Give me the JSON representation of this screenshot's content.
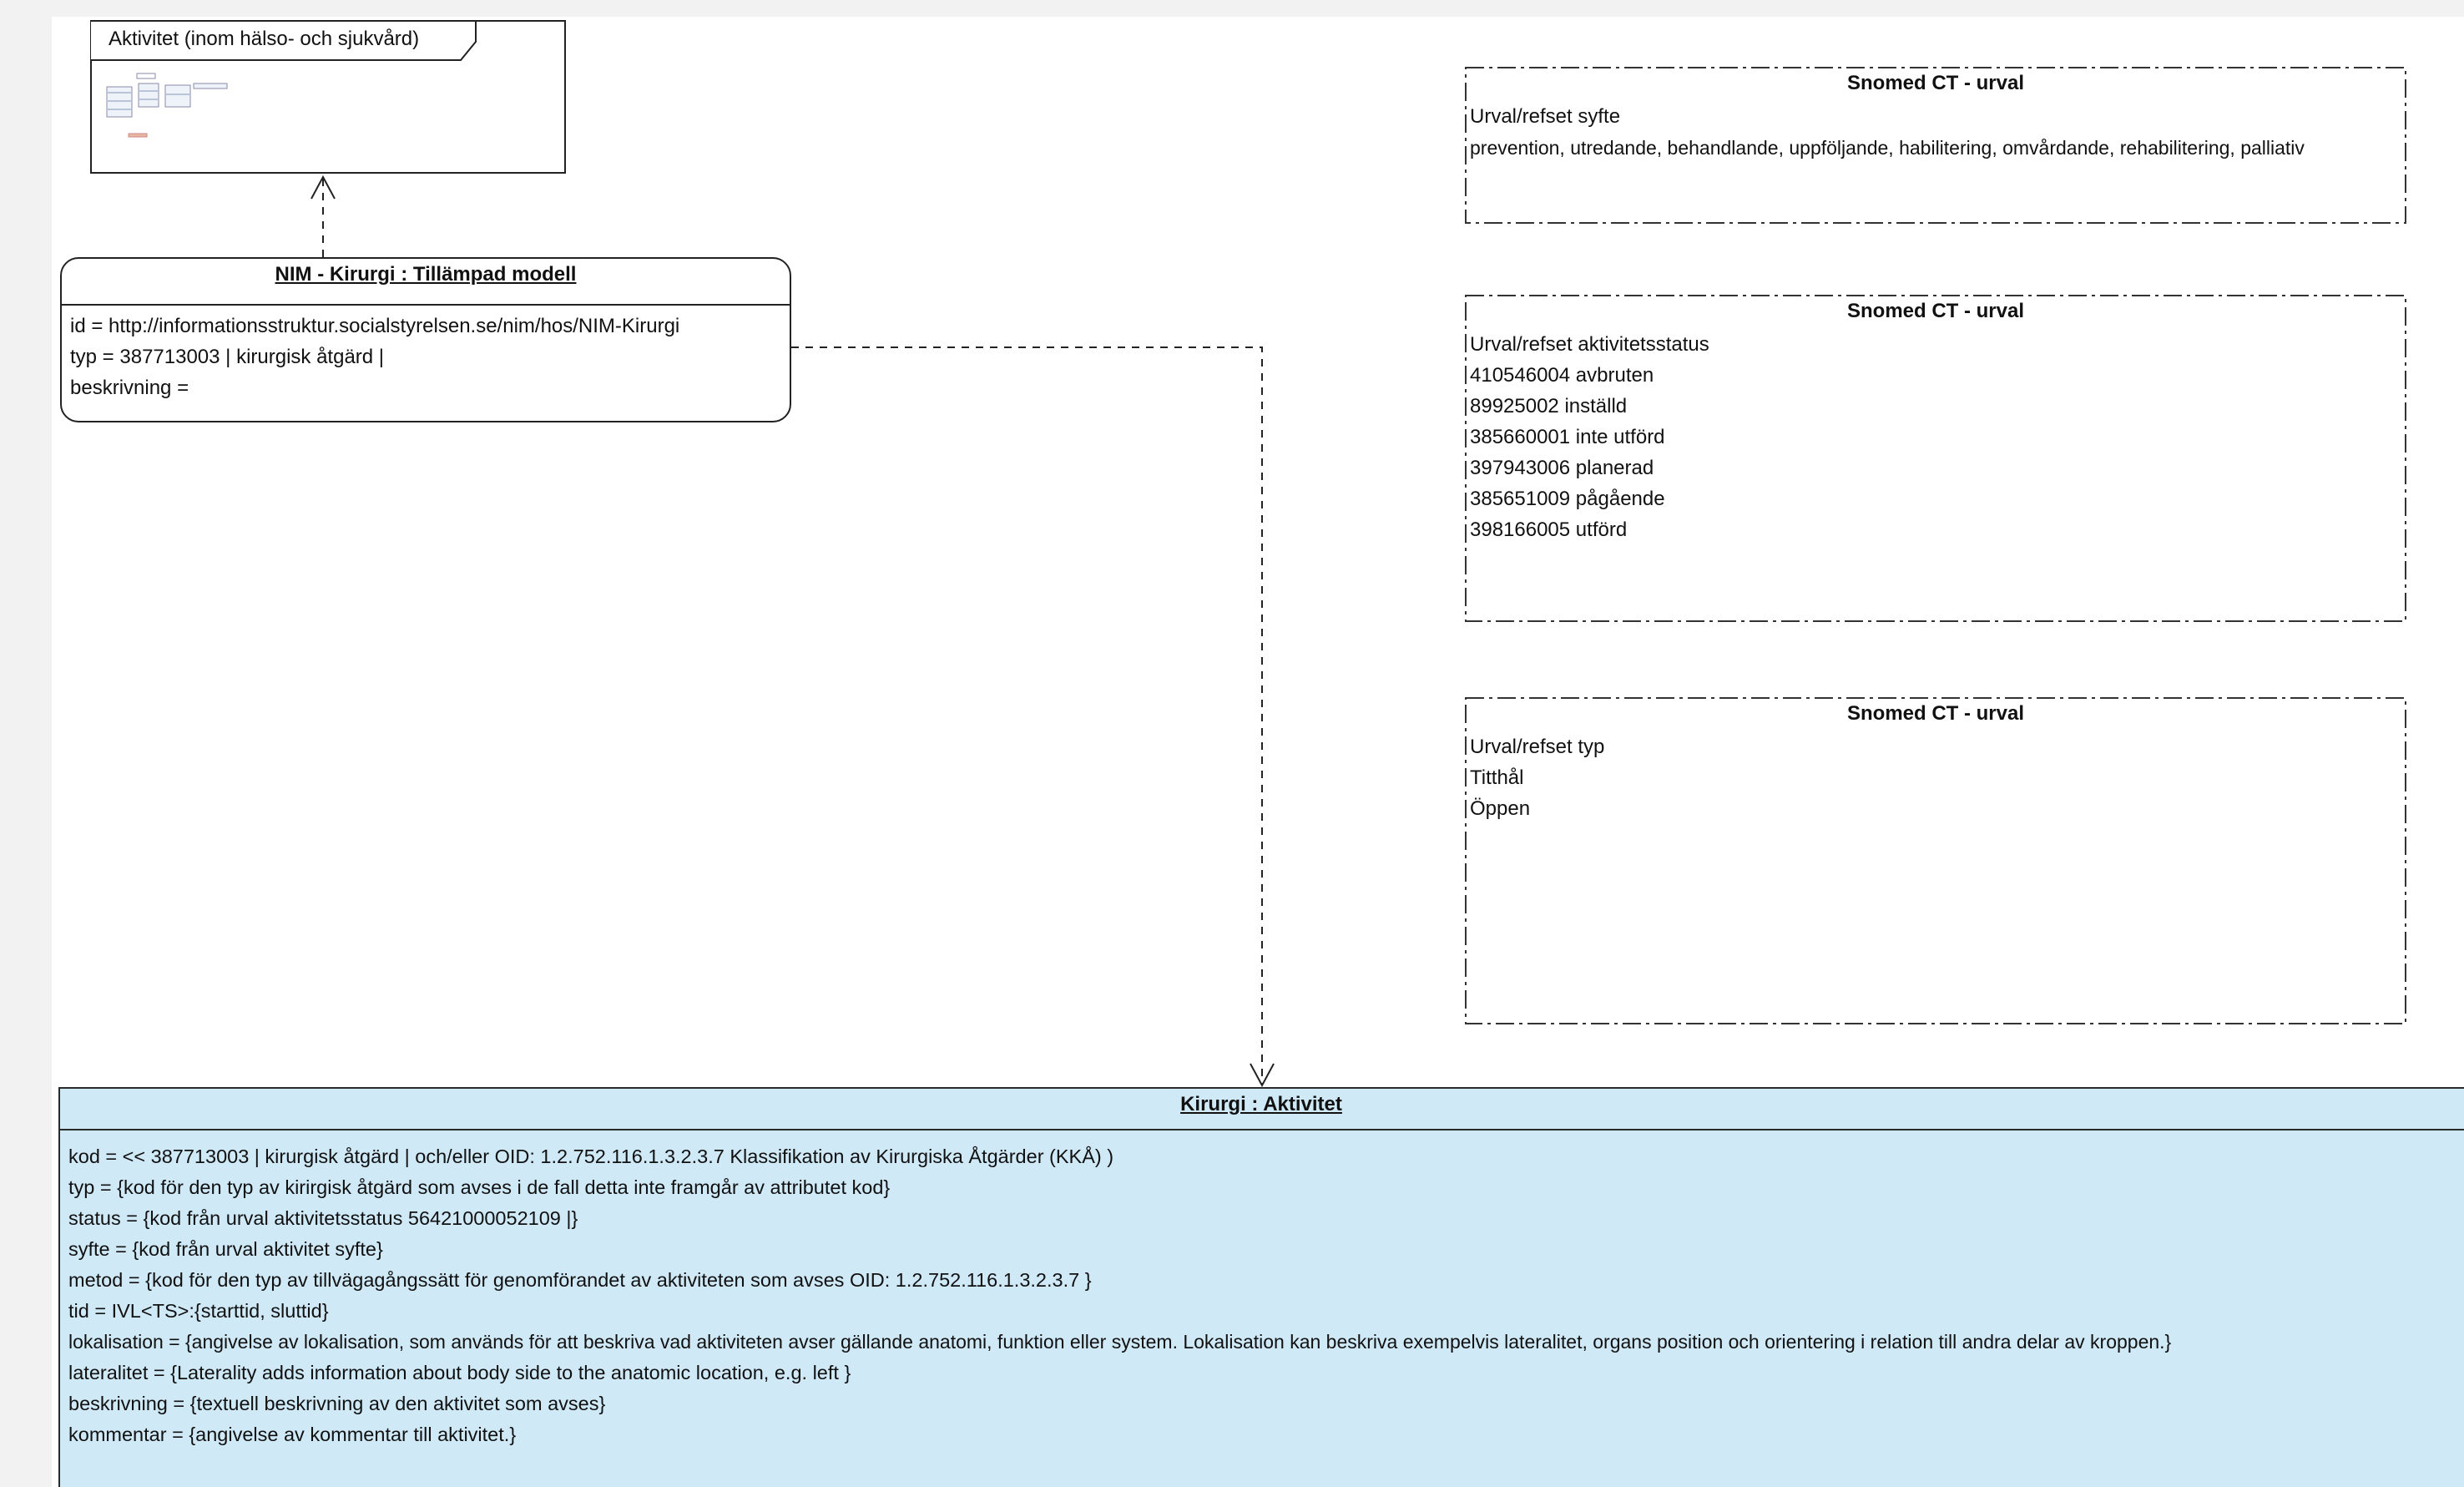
{
  "package": {
    "label": "Aktivitet (inom hälso- och sjukvård)"
  },
  "nim_box": {
    "title": "NIM - Kirurgi : Tillämpad modell",
    "lines": [
      "id = http://informationsstruktur.socialstyrelsen.se/nim/hos/NIM-Kirurgi",
      "typ = 387713003 | kirurgisk åtgärd |",
      "beskrivning ="
    ]
  },
  "snomed_boxes": [
    {
      "title": "Snomed CT - urval",
      "lines": [
        "Urval/refset syfte",
        "prevention, utredande, behandlande, uppföljande, habilitering, omvårdande, rehabilitering, palliativ"
      ]
    },
    {
      "title": "Snomed CT - urval",
      "lines": [
        "Urval/refset aktivitetsstatus",
        "410546004  avbruten",
        "89925002 inställd",
        "385660001 inte utförd",
        "397943006 planerad",
        "385651009  pågående",
        "398166005  utförd"
      ]
    },
    {
      "title": "Snomed CT - urval",
      "lines": [
        "Urval/refset typ",
        "Titthål",
        "Öppen"
      ]
    }
  ],
  "kirurgi_box": {
    "title": "Kirurgi : Aktivitet",
    "lines": [
      "kod = << 387713003 | kirurgisk åtgärd | och/eller OID: 1.2.752.116.1.3.2.3.7  Klassifikation av Kirurgiska Åtgärder (KKÅ) )",
      "typ = {kod för den typ av kirirgisk åtgärd som avses i de fall detta inte framgår av attributet kod}",
      "status = {kod från urval aktivitetsstatus 56421000052109 |}",
      "syfte = {kod från urval aktivitet syfte}",
      "metod = {kod för den typ av tillvägagångssätt för genomförandet av aktiviteten som avses OID: 1.2.752.116.1.3.2.3.7 }",
      "tid = IVL<TS>:{starttid, sluttid}",
      "lokalisation = {angivelse av lokalisation, som används för att beskriva vad aktiviteten avser gällande anatomi, funktion eller system. Lokalisation kan beskriva exempelvis lateralitet, organs position och orientering i relation till andra delar av kroppen.}",
      "lateralitet = {Laterality adds information about body side to the anatomic location, e.g. left }",
      "beskrivning = {textuell beskrivning av den aktivitet som avses}",
      "kommentar = {angivelse av kommentar till aktivitet.}"
    ]
  },
  "colors": {
    "kirurgi_fill": "#cfe9f7",
    "line": "#222222"
  }
}
